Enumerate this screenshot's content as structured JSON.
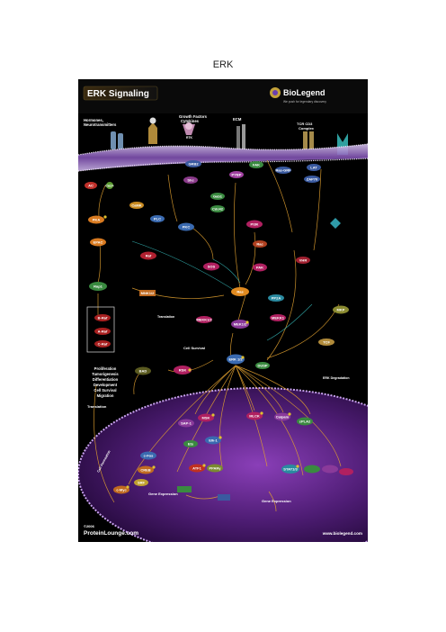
{
  "page": {
    "title": "ERK"
  },
  "poster": {
    "title": "ERK Signaling",
    "brand": "BioLegend",
    "tagline": "We push for legendary discovery",
    "footer_left_year": "©2006",
    "footer_left_site": "ProteinLounge.com",
    "footer_right_site": "www.biolegend.com",
    "labels": {
      "hormones": "Hormones,",
      "neurotransmitters": "Neurotransmitters",
      "growth_factors": "Growth Factors",
      "cytokines": "Cytokines",
      "ecm": "ECM",
      "tcr": "TCR CD3",
      "complex": "Complex",
      "rtk": "RTK",
      "bcr": "BCR",
      "cell_survival": "Cell Survival",
      "translation_mid": "Translation",
      "outcomes": [
        "Proliferation",
        "Tumorigenesis",
        "Differentiation",
        "Development",
        "Cell Survival",
        "Migration"
      ],
      "translation_left": "Translation",
      "gene_expression_left": "Gene Expression",
      "gene_expression_right": "Gene Expression",
      "cell_permeation": "Cell Permeation",
      "erk_degradation": "ERK Degradation"
    },
    "nodes": {
      "ras": "Ras",
      "raf": "Raf",
      "mek": "MEK1/2",
      "erk": "ERK 1/2",
      "sos": "SOS",
      "grb2": "GRB2",
      "shc": "Shc",
      "fak": "FAK",
      "pkc": "PKC",
      "pi3k": "PI3K",
      "rac": "Rac",
      "pak": "PAK",
      "rap1": "Rap1",
      "braf": "B-Raf",
      "araf": "A-Raf",
      "craf": "C-Raf",
      "mekk1": "MEKK1",
      "mekk2": "MEKK1/2",
      "rsk": "RSK",
      "mnk": "MNK1/2",
      "msk": "MSK",
      "elk1": "Elk-1",
      "creb": "CREB",
      "cfos": "c-Fos",
      "cmyc": "c-Myc",
      "stat": "STAT1/3",
      "atf": "ATF1",
      "ppar": "PPARγ",
      "ets": "Ets",
      "srf": "SRF",
      "dusp": "DUSP",
      "mkp": "MKP",
      "pp2a": "PP2A",
      "sap": "SAP-1",
      "ac": "AC",
      "pka": "PKA",
      "epac": "EPAC",
      "ca": "Ca2+",
      "camk": "CaMK",
      "vhr": "VHR",
      "zap70": "ZAP70",
      "lat": "LAT",
      "plc": "PLC",
      "ras_grf": "Ras-GRF",
      "pybp": "PYBP",
      "gab": "Gab1",
      "cdc42": "Cdc42",
      "mlck": "MLCK",
      "calpain": "Calpain",
      "pla2": "cPLA2",
      "tcf": "TCF",
      "bad": "BAD"
    }
  }
}
